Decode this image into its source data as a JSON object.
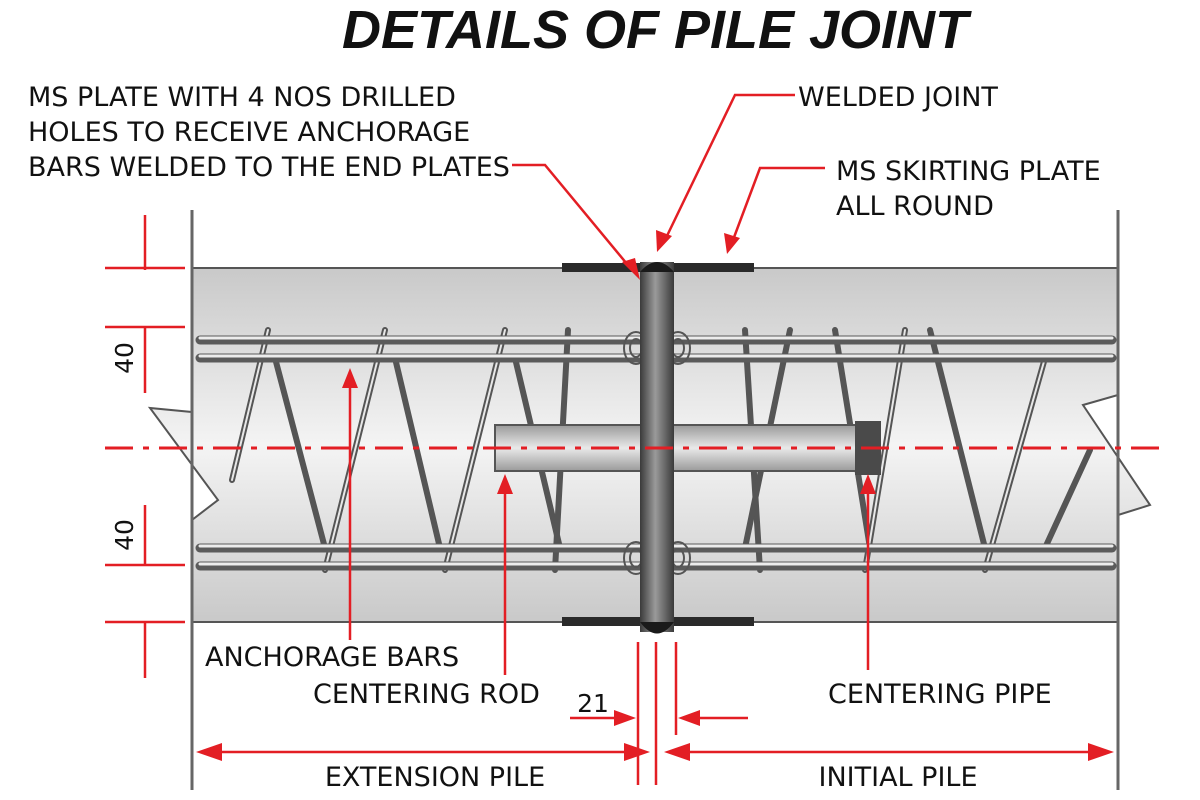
{
  "title": "DETAILS OF PILE JOINT",
  "labels": {
    "ms_plate_line1": "MS PLATE WITH 4 NOS DRILLED",
    "ms_plate_line2": "HOLES TO RECEIVE ANCHORAGE",
    "ms_plate_line3": "BARS WELDED TO THE END PLATES",
    "welded_joint": "WELDED JOINT",
    "skirting_line1": "MS SKIRTING PLATE",
    "skirting_line2": "ALL ROUND",
    "anchorage_bars": "ANCHORAGE BARS",
    "centering_rod": "CENTERING ROD",
    "centering_pipe": "CENTERING PIPE",
    "extension_pile": "EXTENSION PILE",
    "initial_pile": "INITIAL PILE"
  },
  "dimensions": {
    "cover_top": "40",
    "cover_bottom": "40",
    "gap": "21"
  },
  "colors": {
    "annotation": "#e31e24",
    "concrete": "#d9d9d9",
    "steel": "#5b5b5b",
    "text": "#111111"
  }
}
